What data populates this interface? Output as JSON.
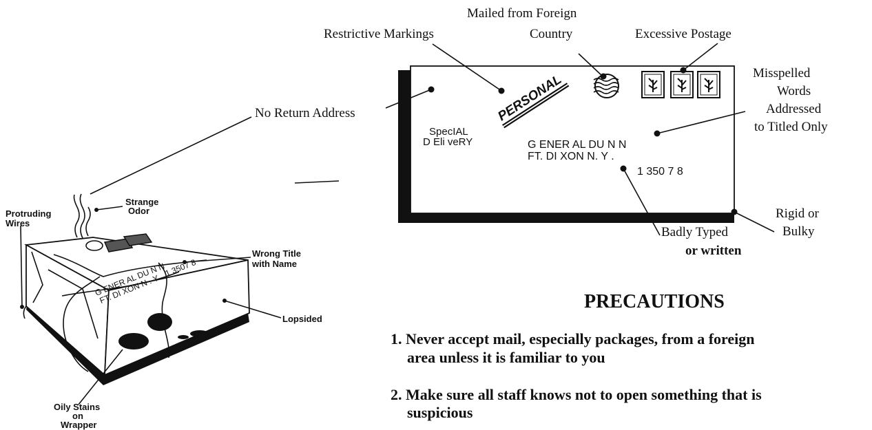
{
  "envelope": {
    "labels": {
      "restrictive": "Restrictive Markings",
      "foreign_1": "Mailed from Foreign",
      "foreign_2": "Country",
      "postage": "Excessive Postage",
      "no_return": "No Return Address",
      "misspelled_1": "Misspelled",
      "misspelled_2": "Words",
      "titled_1": "Addressed",
      "titled_2": "to Titled Only",
      "rigid_1": "Rigid or",
      "rigid_2": "Bulky",
      "badly_1": "Badly Typed",
      "badly_2": "or written"
    },
    "stamp_text": "PERSONAL",
    "special_1": "SpecIAL",
    "special_2": "D Eli veRY",
    "address_1": "G ENER AL  DU N N",
    "address_2": "FT. DI XON  N. Y .",
    "zip": "1 350 7  8"
  },
  "package": {
    "labels": {
      "protruding_1": "Protruding",
      "protruding_2": "Wires",
      "odor_1": "Strange",
      "odor_2": "Odor",
      "title_1": "Wrong Title",
      "title_2": "with Name",
      "lopsided": "Lopsided",
      "oily_1": "Oily Stains",
      "oily_2": "on",
      "oily_3": "Wrapper"
    },
    "address_1": "G ENER AL  DU N N",
    "address_2": "FT. DI XON  N . Y .",
    "zip": "1 3507 8"
  },
  "precautions": {
    "heading": "PRECAUTIONS",
    "item1_line1": "1.  Never accept mail, especially packages, from a foreign",
    "item1_line2": "area unless it is familiar to you",
    "item2_line1": "2.  Make sure all staff knows not to open something that is",
    "item2_line2": "suspicious"
  }
}
